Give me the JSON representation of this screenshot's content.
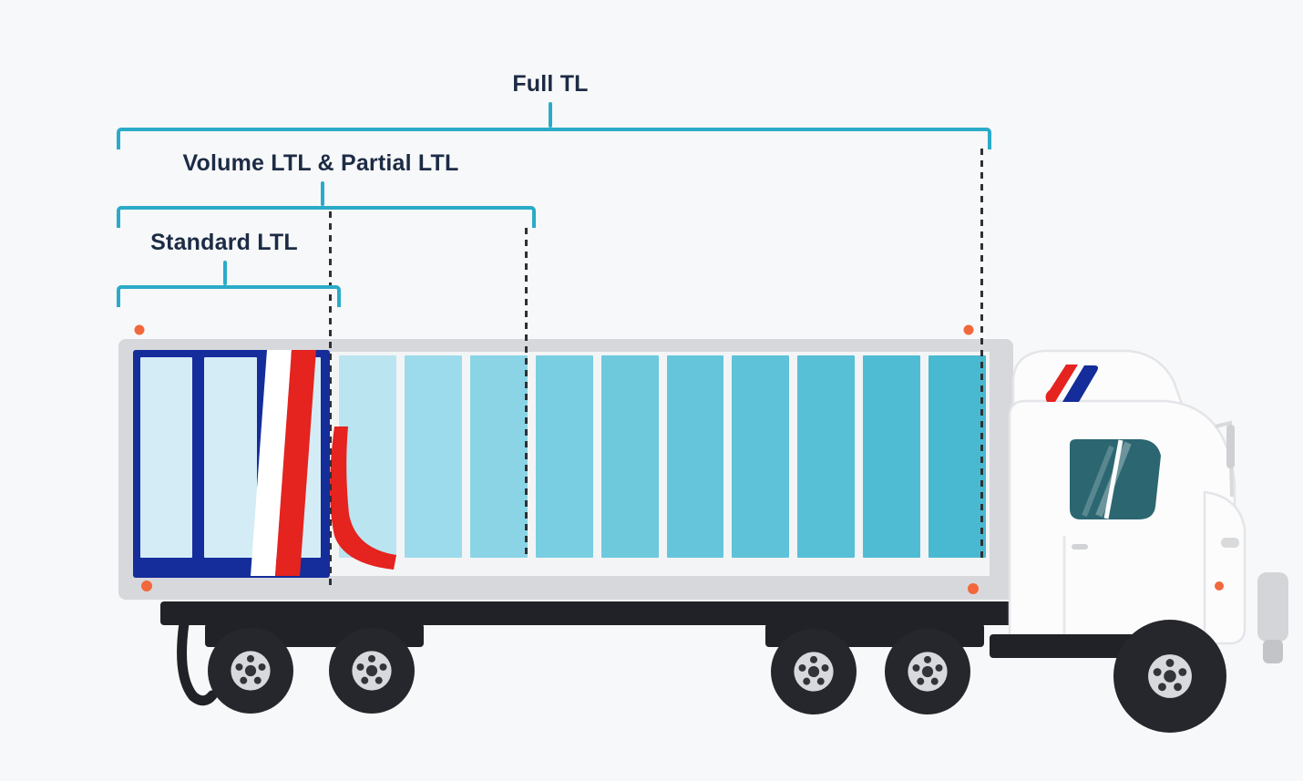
{
  "title": "Truckload capacity types diagram",
  "background": "#f7f8f9",
  "annotations": {
    "full_tl": {
      "label": "Full TL"
    },
    "volume_partial_ltl": {
      "label": "Volume LTL & Partial LTL"
    },
    "standard_ltl": {
      "label": "Standard LTL"
    }
  },
  "colors": {
    "background": "#f7f8f9",
    "bracket": "#2aabc8",
    "label_text": "#1c2b45",
    "dashed": "#2f3033",
    "trailer_gray": "#d7d8db",
    "trailer_interior": "#f3f4f6",
    "navy": "#142d9b",
    "red": "#e5231f",
    "chassis": "#212227",
    "tire": "#26272c",
    "hub": "#d8d9dc",
    "cab_white": "#fcfcfd",
    "cab_outline": "#e4e5e8",
    "glass": "#2b6671",
    "marker_orange": "#f2683c"
  },
  "cargo": {
    "framed_panels": [
      "#d4ecf5",
      "#d4ecf5",
      "#d4ecf5"
    ],
    "slats": [
      "#b9e4f0",
      "#9cdbeb",
      "#8ad4e6",
      "#79cee1",
      "#6ec9dd",
      "#65c5da",
      "#5ec2d8",
      "#57bfd6",
      "#50bcd4",
      "#49b9d2"
    ]
  }
}
